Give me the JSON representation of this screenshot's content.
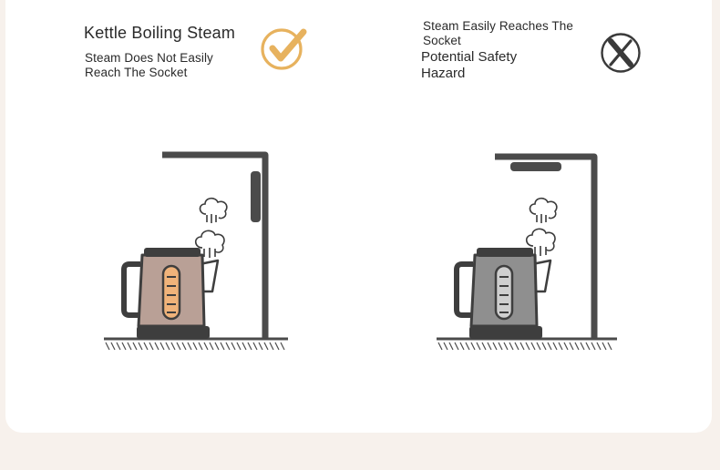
{
  "left_panel": {
    "headline": "Kettle Boiling Steam",
    "subline": "Steam Does Not Easily Reach The Socket",
    "status_icon": "check-icon",
    "status_color": "#E7B25E",
    "kettle_body_color": "#B9A096",
    "kettle_window_color": "#F0B37A"
  },
  "right_panel": {
    "headline": "Steam Easily Reaches The Socket",
    "subline": "Potential Safety Hazard",
    "status_icon": "cross-icon",
    "status_color": "#3A3A3A",
    "kettle_body_color": "#8F8F8F",
    "kettle_window_color": "#CFCFCF"
  },
  "colors": {
    "page_background": "#F7F1EC",
    "card_background": "#FFFFFF",
    "line_dark": "#4B4B4B"
  }
}
